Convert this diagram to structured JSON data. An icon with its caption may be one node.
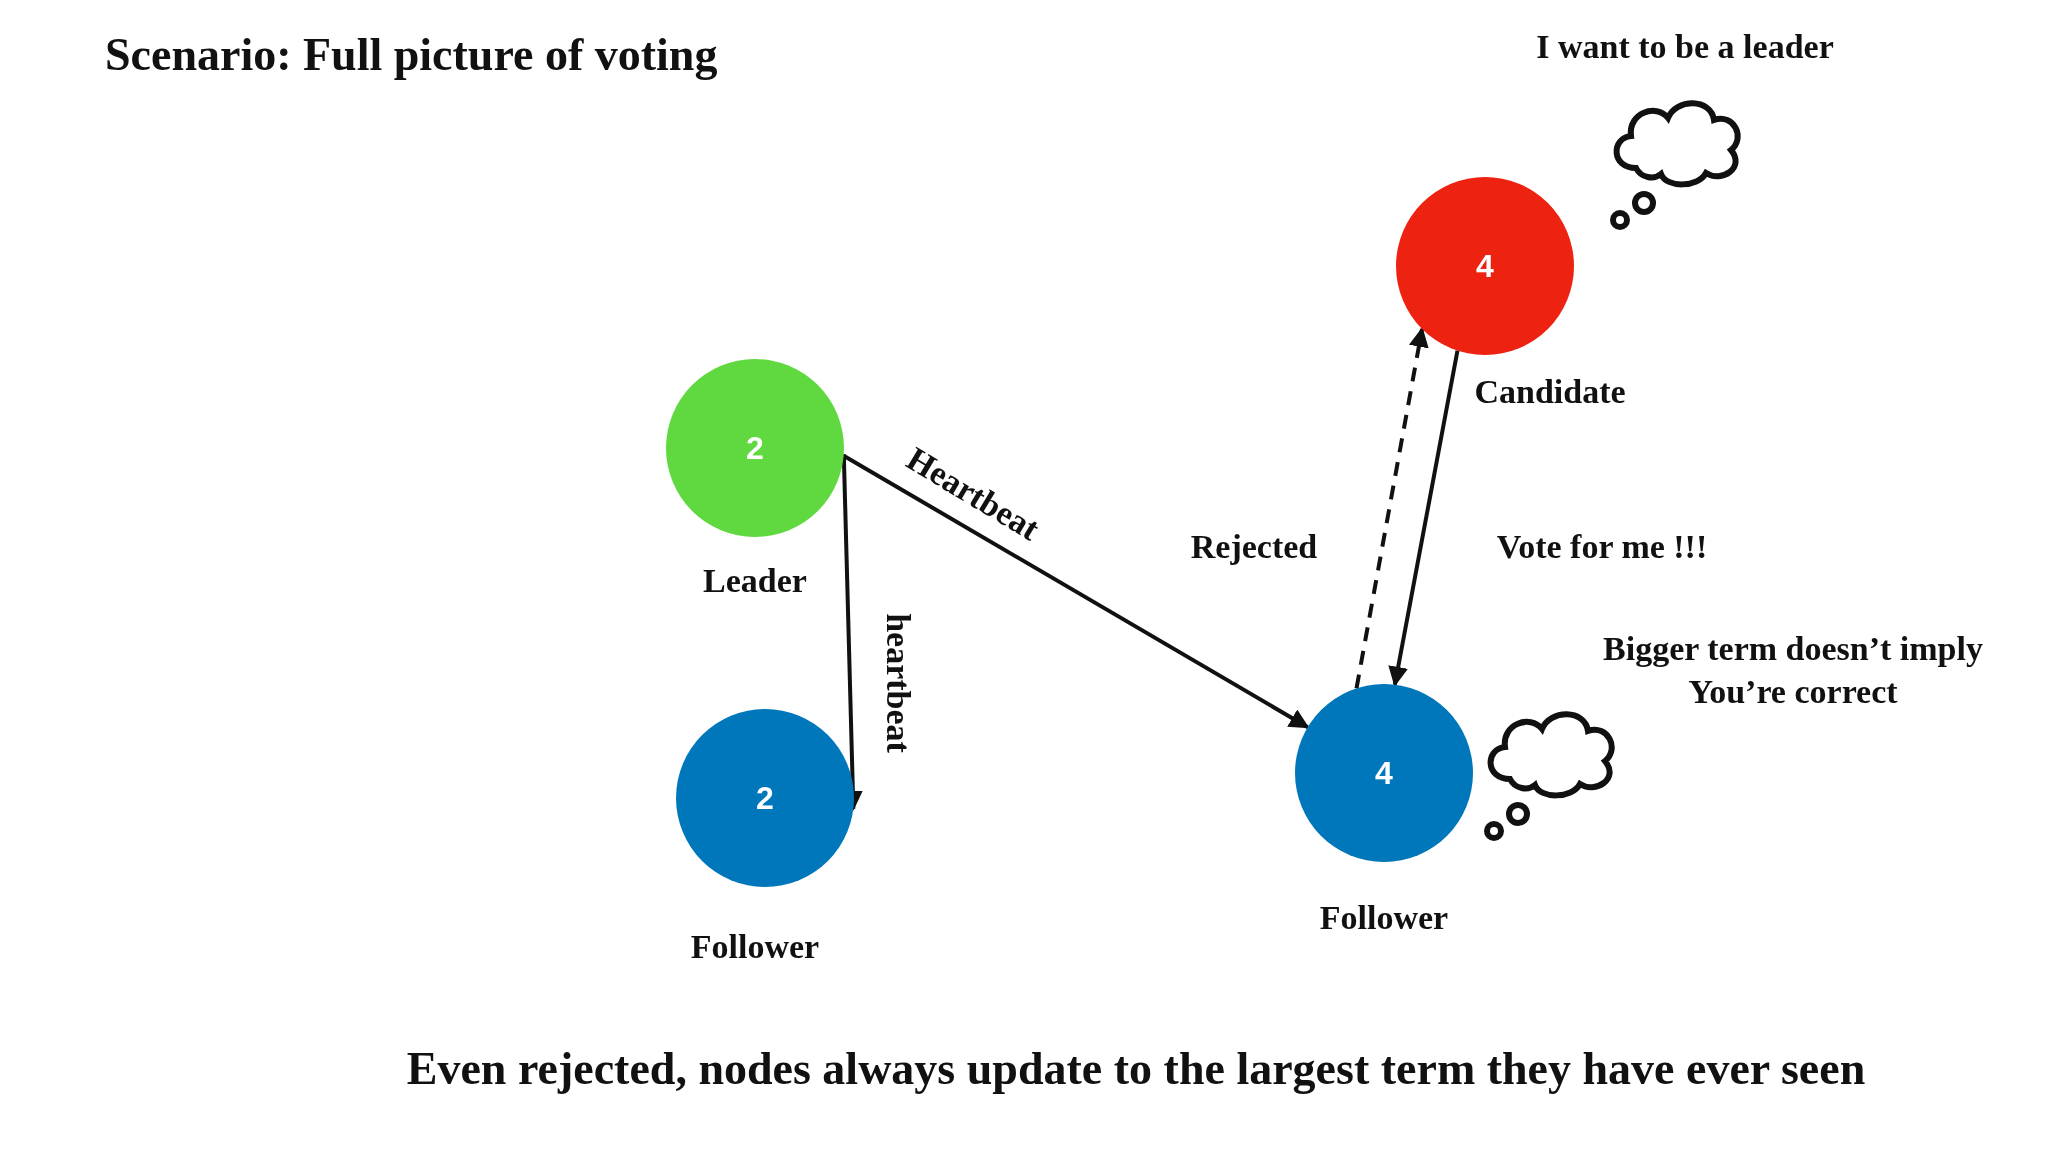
{
  "diagram": {
    "title": "Scenario: Full picture of voting",
    "caption": "Even rejected, nodes always update to the largest term they have ever seen",
    "nodes": [
      {
        "text": [
          "2"
        ],
        "beside": [
          "Leader"
        ]
      },
      {
        "text": [
          "2"
        ],
        "beside": [
          "Follower"
        ]
      },
      {
        "text": [
          "4"
        ],
        "beside": [
          "Candidate"
        ]
      },
      {
        "text": [
          "4"
        ],
        "beside": [
          "Follower"
        ]
      }
    ],
    "edges": [
      {
        "from": 0,
        "to": 1,
        "arrow": "to",
        "label": "heartbeat"
      },
      {
        "from": 0,
        "to": 3,
        "arrow": "to",
        "label": "Heartbeat"
      },
      {
        "from": 2,
        "to": 3,
        "arrow": "to",
        "label": "Vote for me !!!"
      },
      {
        "from": 3,
        "to": 2,
        "arrow": "to",
        "label": "Rejected",
        "style": "dashed"
      }
    ],
    "labels": [
      "I want to be a leader",
      "Bigger term doesn’t imply You’re correct"
    ]
  }
}
